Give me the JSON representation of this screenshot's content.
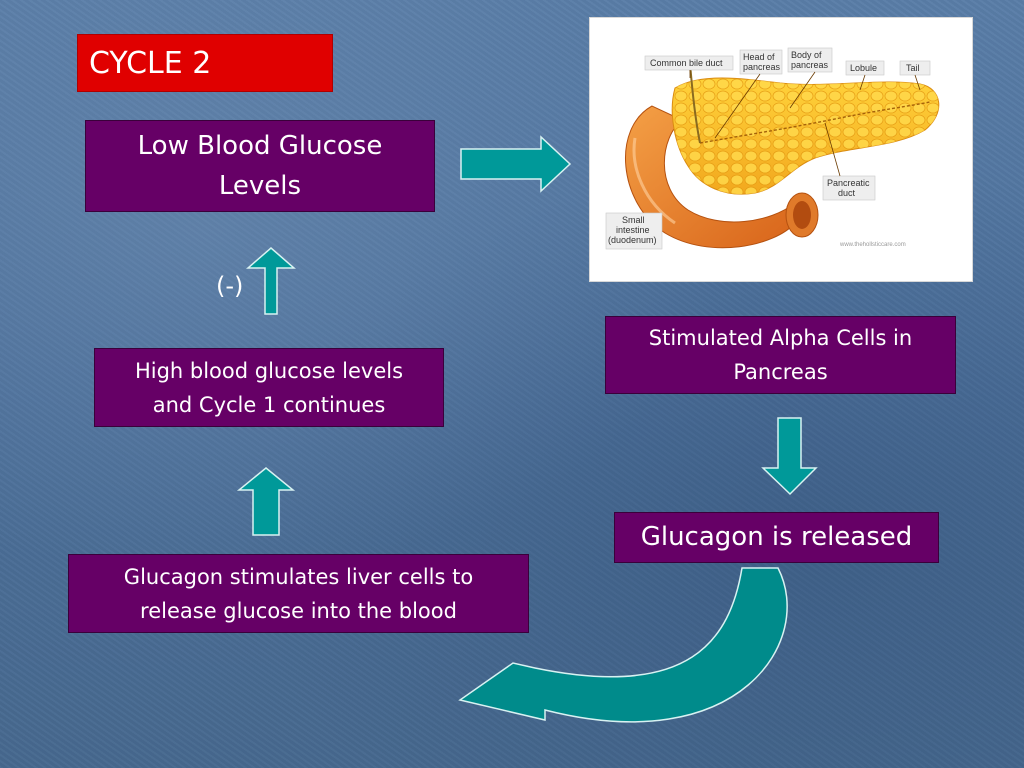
{
  "title": "CYCLE 2",
  "nodes": {
    "low_glucose": [
      "Low Blood Glucose",
      "Levels"
    ],
    "high_glucose": [
      "High blood glucose levels",
      "and Cycle 1 continues"
    ],
    "liver": [
      "Glucagon stimulates liver cells to",
      "release glucose into the blood"
    ],
    "alpha_cells": [
      "Stimulated Alpha Cells in",
      "Pancreas"
    ],
    "glucagon": "Glucagon is released"
  },
  "feedback_sign": "(-)",
  "pancreas_image": {
    "labels": {
      "common_bile_duct": "Common bile duct",
      "head": [
        "Head of",
        "pancreas"
      ],
      "body": [
        "Body of",
        "pancreas"
      ],
      "lobule": "Lobule",
      "tail": "Tail",
      "pancreatic_duct": [
        "Pancreatic",
        "duct"
      ],
      "small_intestine": [
        "Small",
        "intestine",
        "(duodenum)"
      ]
    },
    "watermark": "www.thehollsticcare.com"
  },
  "colors": {
    "title_fill": "#e00000",
    "box_fill": "#660066",
    "arrow_fill": "#009999",
    "background": "#4d719c"
  }
}
